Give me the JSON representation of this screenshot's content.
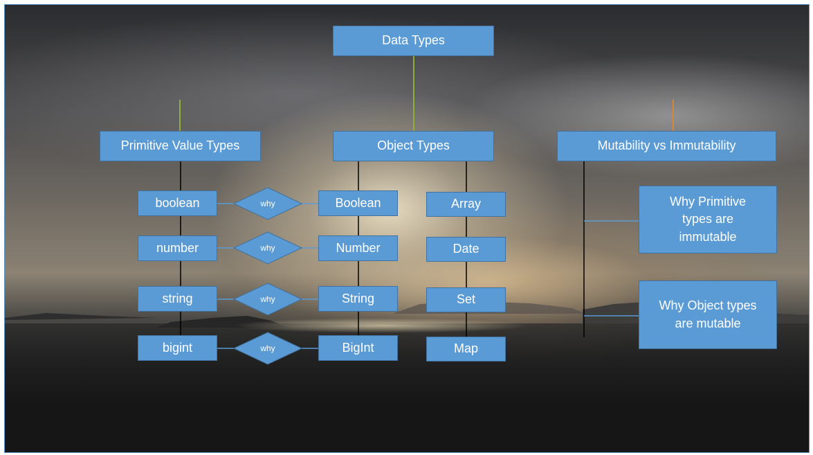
{
  "diagram": {
    "root": "Data Types",
    "categories": {
      "primitive": "Primitive Value Types",
      "object": "Object Types",
      "mutability": "Mutability vs Immutability"
    },
    "primitives": [
      "boolean",
      "number",
      "string",
      "bigint"
    ],
    "wrappers": [
      "Boolean",
      "Number",
      "String",
      "BigInt"
    ],
    "objects": [
      "Array",
      "Date",
      "Set",
      "Map"
    ],
    "mutability_notes": {
      "primitive": "Why Primitive types are immutable",
      "object": "Why Object types are mutable"
    },
    "connector_label": "why"
  },
  "colors": {
    "box_fill": "#5b9bd5",
    "box_border": "#41719c",
    "tree_line": "#8fae3c",
    "tree_line_end": "#d4863a",
    "stem_line": "#000000",
    "connector_line": "#5b9bd5"
  }
}
